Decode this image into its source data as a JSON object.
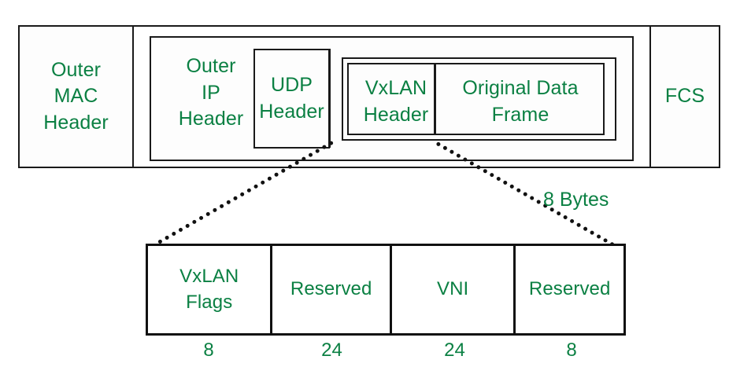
{
  "diagram": {
    "title": "VxLAN encapsulation frame format",
    "accent_color": "#0b8043",
    "line_color": "#111111",
    "frame": {
      "segments": [
        {
          "id": "outer-mac-header",
          "label": "Outer\nMAC\nHeader"
        },
        {
          "id": "outer-ip-header",
          "label": "Outer\nIP\nHeader"
        },
        {
          "id": "udp-header",
          "label": "UDP\nHeader"
        },
        {
          "id": "vxlan-header",
          "label": "VxLAN\nHeader"
        },
        {
          "id": "original-data-frame",
          "label": "Original Data\nFrame"
        },
        {
          "id": "fcs",
          "label": "FCS"
        }
      ]
    },
    "callout": {
      "size_label": "8 Bytes"
    },
    "vxlan_header_fields": {
      "names": [
        "VxLAN\nFlags",
        "Reserved",
        "VNI",
        "Reserved"
      ],
      "bit_widths": [
        "8",
        "24",
        "24",
        "8"
      ]
    }
  }
}
